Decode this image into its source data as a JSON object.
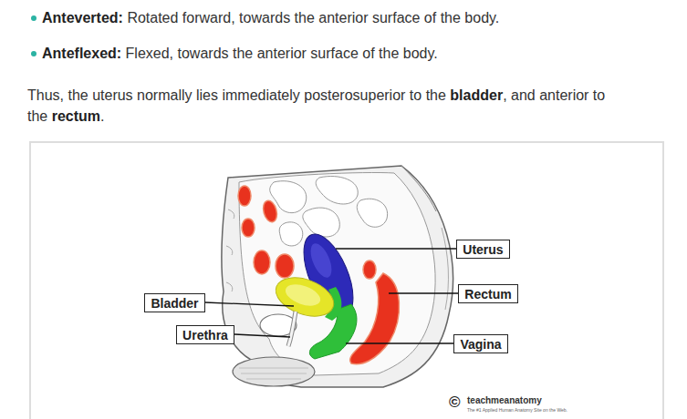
{
  "diagram": {
    "nodes": [
      {
        "text": [
          "Uterus"
        ]
      },
      {
        "text": [
          "Bladder"
        ]
      },
      {
        "text": [
          "Rectum"
        ]
      },
      {
        "text": [
          "Urethra"
        ]
      },
      {
        "text": [
          "Vagina"
        ]
      }
    ],
    "labels": [
      "Anteverted:",
      "Rotated forward, towards the anterior surface of the body.",
      "Anteflexed:",
      "Flexed, towards the anterior surface of the body.",
      "Thus, the uterus normally lies immediately posterosuperior to the",
      "bladder",
      ", and anterior to the",
      "rectum",
      ".",
      "©",
      "teachmeanatomy",
      "The #1 Applied Human Anatomy Site on the Web."
    ]
  }
}
